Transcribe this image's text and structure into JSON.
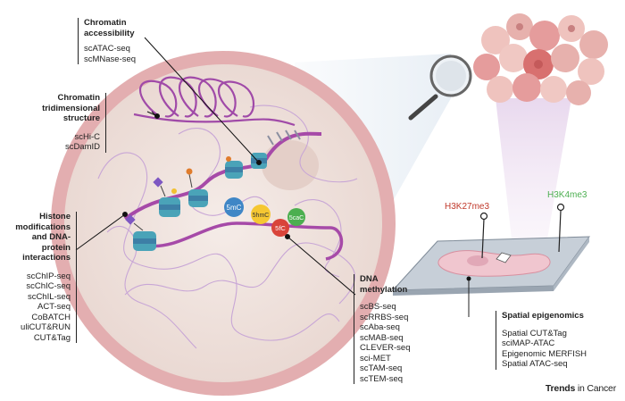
{
  "chromatin_accessibility": {
    "title": "Chromatin\naccessibility",
    "methods": [
      "scATAC-seq",
      "scMNase-seq"
    ]
  },
  "chromatin_3d": {
    "title": "Chromatin\ntridimensional\nstructure",
    "methods": [
      "scHi-C",
      "scDamID"
    ]
  },
  "histone": {
    "title": "Histone\nmodifications\nand DNA-protein\ninteractions",
    "methods": [
      "scChIP-seq",
      "scChIC-seq",
      "scChIL-seq",
      "ACT-seq",
      "CoBATCH",
      "uliCUT&RUN",
      "CUT&Tag"
    ]
  },
  "dna_methylation": {
    "title": "DNA\nmethylation",
    "methods": [
      "scBS-seq",
      "scRRBS-seq",
      "scAba-seq",
      "scMAB-seq",
      "CLEVER-seq",
      "sci-MET",
      "scTAM-seq",
      "scTEM-seq"
    ]
  },
  "spatial": {
    "title": "Spatial epigenomics",
    "methods": [
      "Spatial CUT&Tag",
      "sciMAP-ATAC",
      "Epigenomic MERFISH",
      "Spatial ATAC-seq"
    ]
  },
  "marks": {
    "h3k27": "H3K27me3",
    "h3k4": "H3K4me3",
    "h3k27_color": "#c0392b",
    "h3k4_color": "#4caf50"
  },
  "bases": [
    "5mC",
    "5hmC",
    "5fC",
    "5caC"
  ],
  "brand": {
    "bold": "Trends",
    "rest": "in Cancer"
  }
}
